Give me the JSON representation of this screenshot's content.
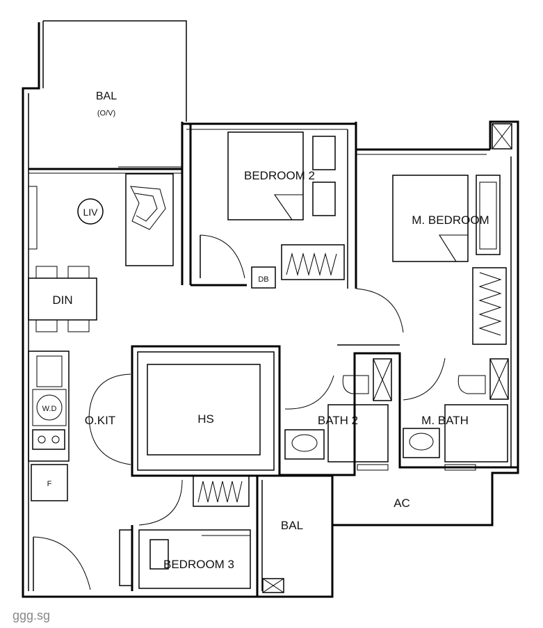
{
  "rooms": {
    "bal_top": "BAL",
    "bal_top_note": "(O/V)",
    "liv": "LIV",
    "din": "DIN",
    "bedroom2": "BEDROOM 2",
    "master_bedroom": "M. BEDROOM",
    "db": "DB",
    "wd": "W.D",
    "f": "F",
    "okit": "O.KIT",
    "hs": "HS",
    "bath2": "BATH 2",
    "master_bath": "M. BATH",
    "ac": "AC",
    "bal_bottom": "BAL",
    "bedroom3": "BEDROOM 3"
  },
  "watermark": "ggg.sg",
  "colors": {
    "line": "#000000",
    "background": "#ffffff",
    "watermark": "#888888"
  }
}
